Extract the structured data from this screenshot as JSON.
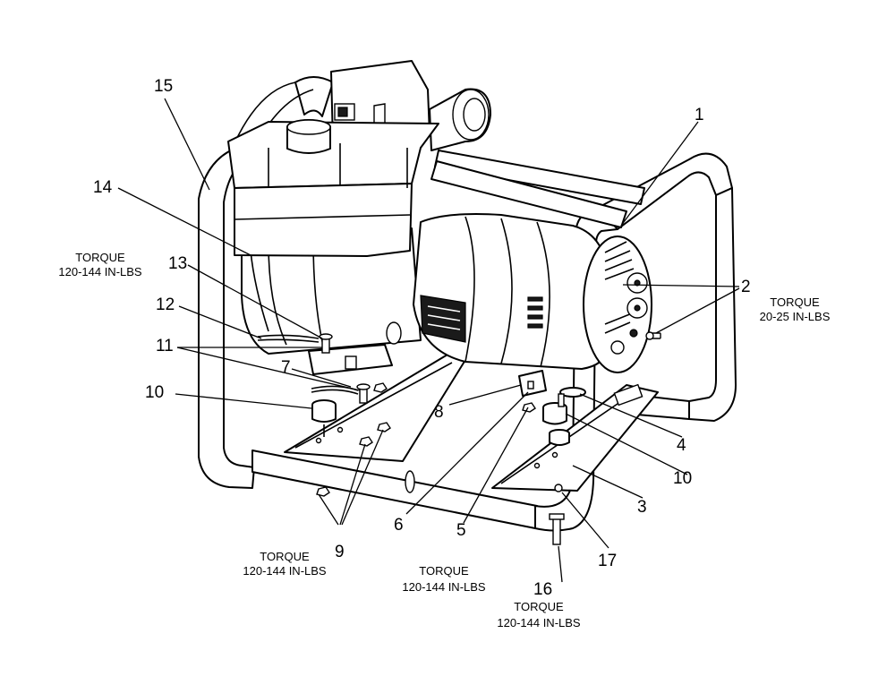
{
  "callouts": {
    "c1": "1",
    "c2": "2",
    "c3": "3",
    "c4": "4",
    "c5": "5",
    "c6": "6",
    "c7": "7",
    "c8": "8",
    "c9": "9",
    "c10a": "10",
    "c10b": "10",
    "c11": "11",
    "c12": "12",
    "c13": "13",
    "c14": "14",
    "c15": "15",
    "c16": "16",
    "c17": "17"
  },
  "torque_notes": {
    "left": {
      "title": "TORQUE",
      "value": "120-144 IN-LBS"
    },
    "right": {
      "title": "TORQUE",
      "value": "20-25 IN-LBS"
    },
    "item9": {
      "title": "TORQUE",
      "value": "120-144 IN-LBS"
    },
    "item5": {
      "title": "TORQUE",
      "value": "120-144 IN-LBS"
    },
    "item16": {
      "title": "TORQUE",
      "value": "120-144 IN-LBS"
    }
  }
}
